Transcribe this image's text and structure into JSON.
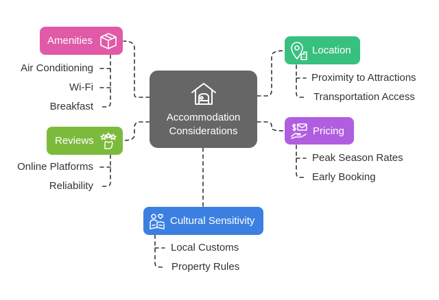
{
  "center": {
    "line1": "Accommodation",
    "line2": "Considerations",
    "icon": "house-icon",
    "color": "#666666"
  },
  "categories": [
    {
      "id": "amenities",
      "label": "Amenities",
      "icon": "box-icon",
      "color": "#e05aa8",
      "items": [
        "Air Conditioning",
        "Wi-Fi",
        "Breakfast"
      ]
    },
    {
      "id": "reviews",
      "label": "Reviews",
      "icon": "stars-hand-icon",
      "color": "#7cba3c",
      "items": [
        "Online Platforms",
        "Reliability"
      ]
    },
    {
      "id": "location",
      "label": "Location",
      "icon": "map-pin-icon",
      "color": "#38c07e",
      "items": [
        "Proximity to Attractions",
        "Transportation Access"
      ]
    },
    {
      "id": "pricing",
      "label": "Pricing",
      "icon": "money-hand-icon",
      "color": "#b05ee0",
      "items": [
        "Peak Season Rates",
        "Early Booking"
      ]
    },
    {
      "id": "cultural",
      "label": "Cultural Sensitivity",
      "icon": "people-heart-icon",
      "color": "#3b80e0",
      "items": [
        "Local Customs",
        "Property Rules"
      ]
    }
  ]
}
